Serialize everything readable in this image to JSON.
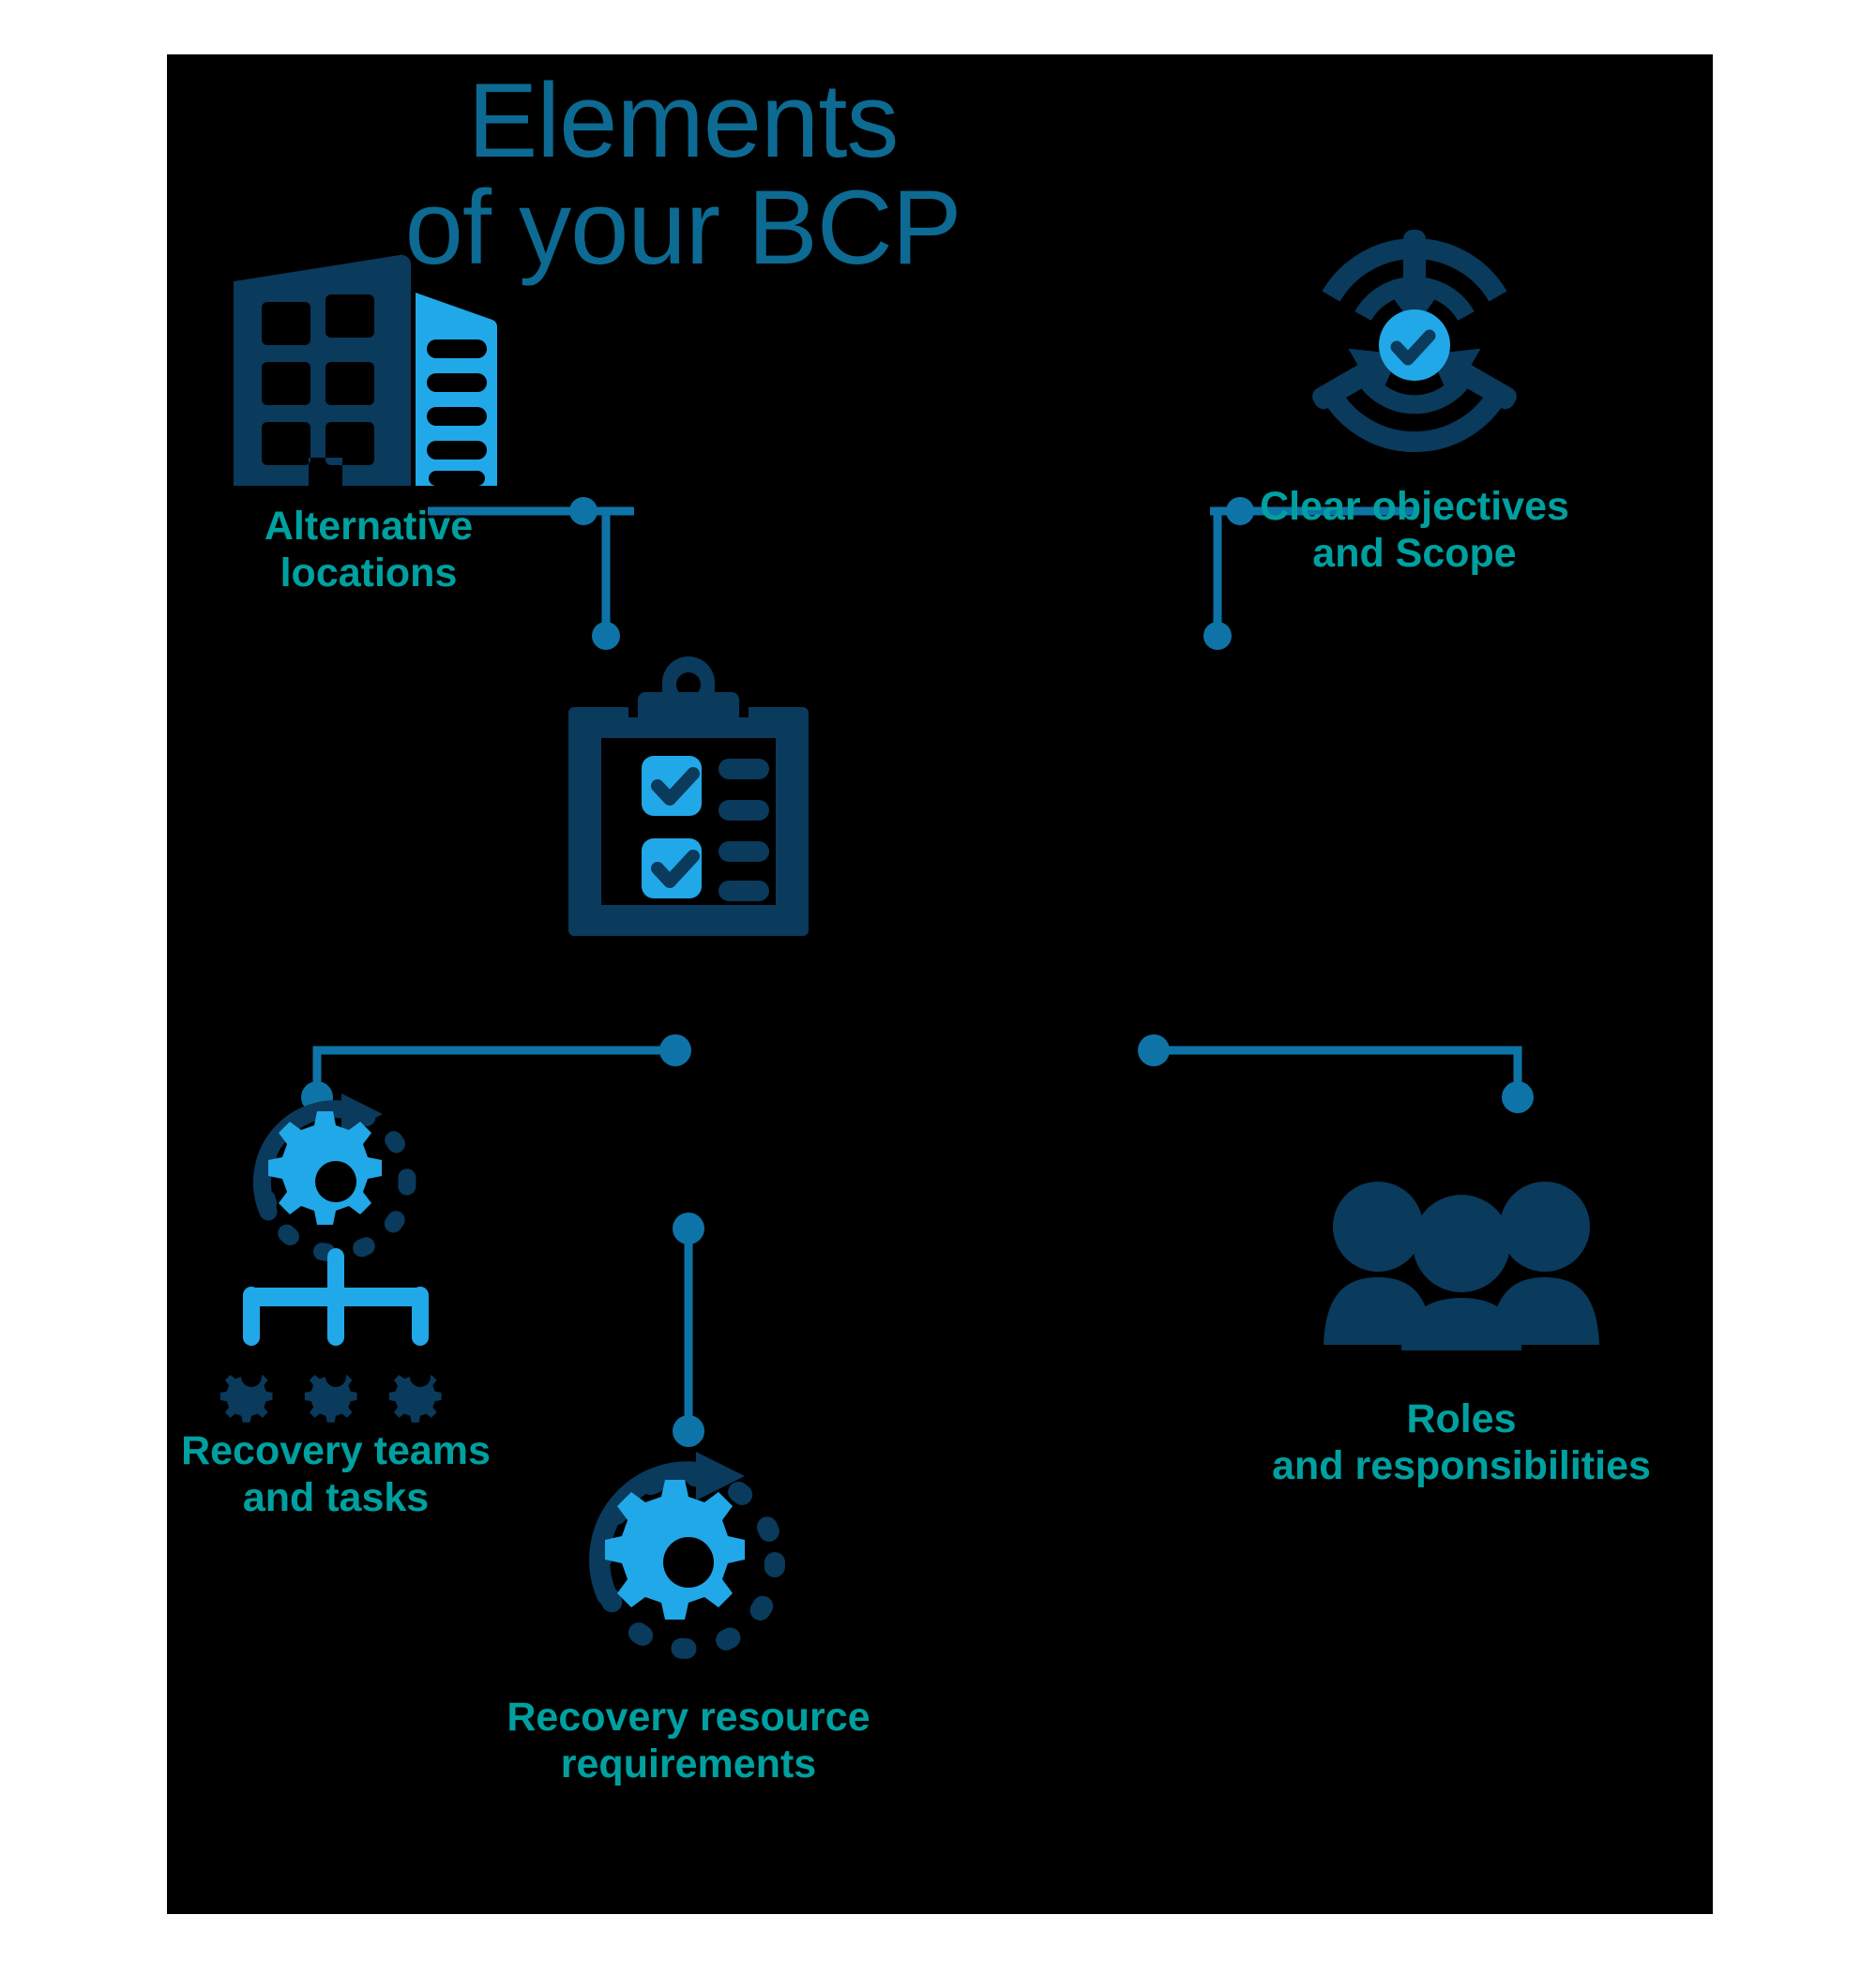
{
  "page": {
    "background": "#ffffff",
    "canvas_background": "#000000",
    "title": {
      "line1": "Elements",
      "line2": "of your BCP",
      "color": "#0d6a92"
    }
  },
  "colors": {
    "title_blue": "#0d6a92",
    "label_teal": "#00a0a0",
    "dark_navy": "#0a3a5c",
    "light_blue": "#21a8e8",
    "connector_blue": "#0e74a8",
    "canvas_black": "#000000"
  },
  "diagram": {
    "center": {
      "icon": "clipboard-checklist-icon",
      "name": "bcp-document"
    },
    "nodes": [
      {
        "id": "alternative-locations",
        "icon": "office-buildings-icon",
        "label_line1": "Alternative",
        "label_line2": "locations"
      },
      {
        "id": "clear-objectives-and-scope",
        "icon": "target-objective-icon",
        "label_line1": "Clear objectives",
        "label_line2": "and Scope"
      },
      {
        "id": "recovery-teams-and-tasks",
        "icon": "gear-hierarchy-icon",
        "label_line1": "Recovery teams",
        "label_line2": "and tasks"
      },
      {
        "id": "roles-and-responsibilities",
        "icon": "people-group-icon",
        "label_line1": "Roles",
        "label_line2": "and responsibilities"
      },
      {
        "id": "recovery-resource-requirements",
        "icon": "gear-cycle-icon",
        "label_line1": "Recovery resource",
        "label_line2": "requirements"
      }
    ],
    "connectors": [
      {
        "id": "connector-alternative-locations",
        "from": "alternative-locations",
        "to": "bcp-document"
      },
      {
        "id": "connector-clear-objectives",
        "from": "clear-objectives-and-scope",
        "to": "bcp-document"
      },
      {
        "id": "connector-recovery-teams",
        "from": "recovery-teams-and-tasks",
        "to": "bcp-document"
      },
      {
        "id": "connector-roles-responsibilities",
        "from": "roles-and-responsibilities",
        "to": "bcp-document"
      },
      {
        "id": "connector-recovery-resources",
        "from": "recovery-resource-requirements",
        "to": "bcp-document"
      }
    ]
  }
}
